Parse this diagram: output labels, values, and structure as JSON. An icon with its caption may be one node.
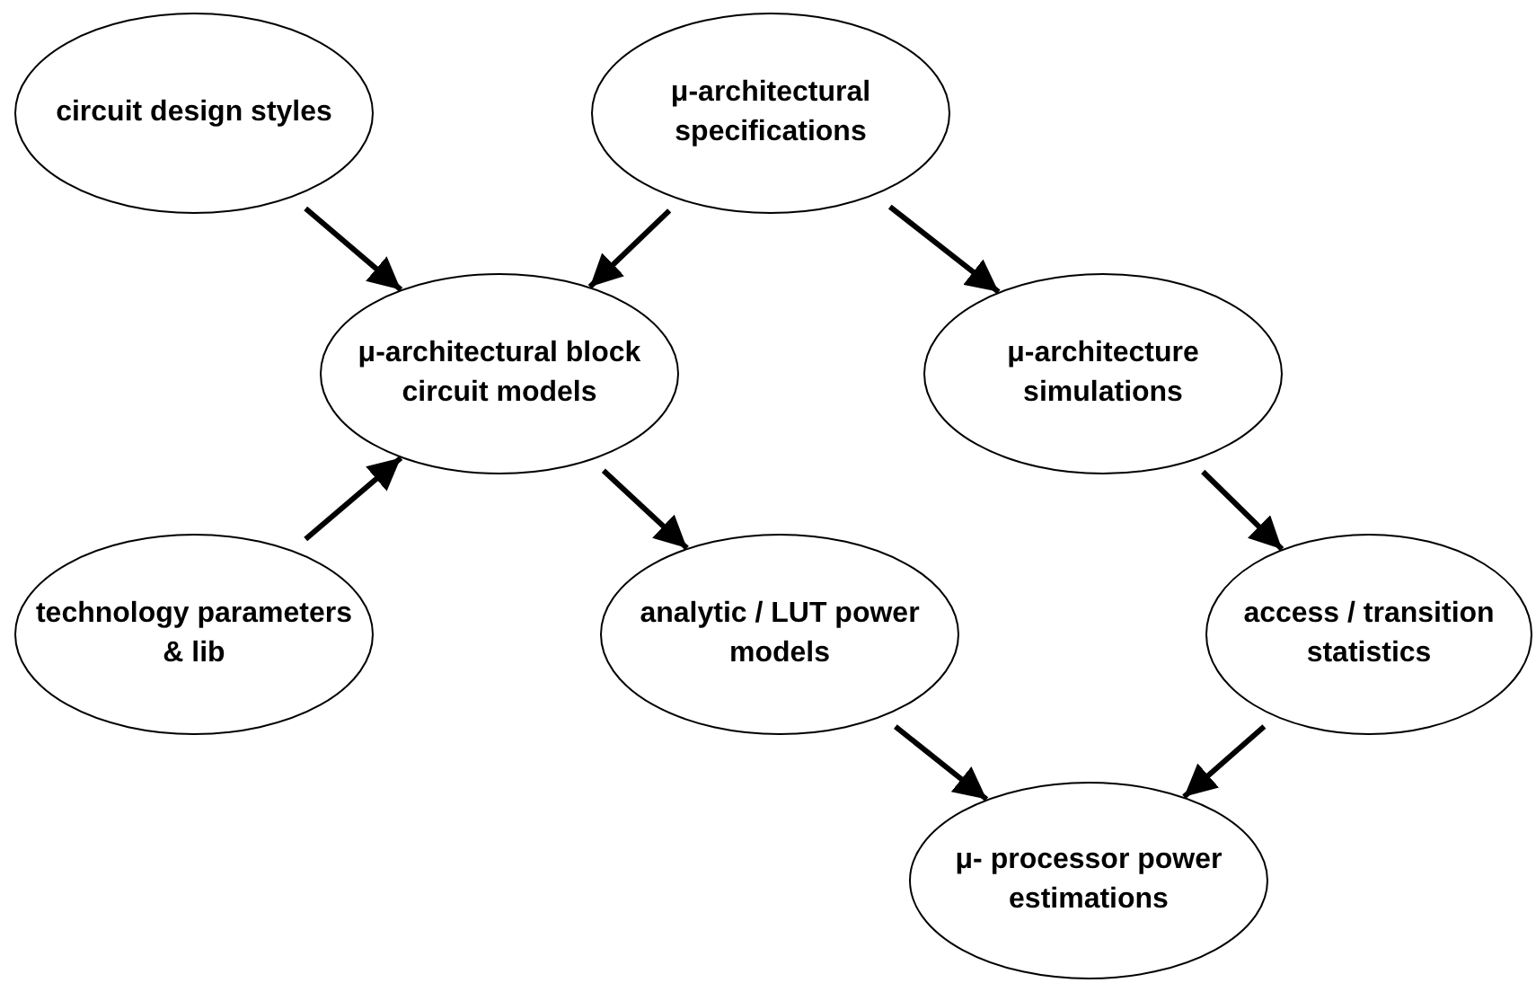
{
  "diagram": {
    "nodes": [
      {
        "text": [
          "circuit design styles"
        ]
      },
      {
        "text": [
          "μ-architectural specifications"
        ]
      },
      {
        "text": [
          "μ-architectural block circuit models"
        ]
      },
      {
        "text": [
          "μ-architecture simulations"
        ]
      },
      {
        "text": [
          "technology parameters & lib"
        ]
      },
      {
        "text": [
          "analytic / LUT power models"
        ]
      },
      {
        "text": [
          "access / transition statistics"
        ]
      },
      {
        "text": [
          "μ- processor power estimations"
        ]
      }
    ],
    "edges": [
      {
        "from": 0,
        "to": 2,
        "arrow": "to"
      },
      {
        "from": 1,
        "to": 2,
        "arrow": "to"
      },
      {
        "from": 1,
        "to": 3,
        "arrow": "to"
      },
      {
        "from": 4,
        "to": 2,
        "arrow": "to"
      },
      {
        "from": 2,
        "to": 5,
        "arrow": "to"
      },
      {
        "from": 3,
        "to": 6,
        "arrow": "to"
      },
      {
        "from": 5,
        "to": 7,
        "arrow": "to"
      },
      {
        "from": 6,
        "to": 7,
        "arrow": "to"
      }
    ]
  }
}
